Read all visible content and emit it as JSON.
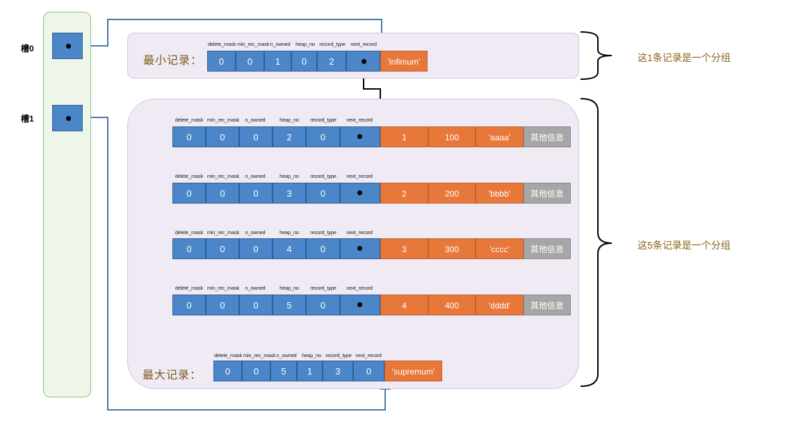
{
  "slots": [
    {
      "label": "槽0"
    },
    {
      "label": "槽1"
    }
  ],
  "header_labels": [
    "delete_mask",
    "min_rec_mask",
    "n_owned",
    "heap_no",
    "record_type",
    "next_record"
  ],
  "min_record": {
    "title": "最小记录：",
    "header_labels": [
      "delete_mask",
      "min_rec_mask",
      "n_owned",
      "heap_no",
      "record_type",
      "next_record"
    ],
    "values": [
      "0",
      "0",
      "1",
      "0",
      "2",
      ""
    ],
    "data": "'infimum'"
  },
  "records": [
    {
      "values": [
        "0",
        "0",
        "0",
        "2",
        "0",
        ""
      ],
      "data": [
        "1",
        "100",
        "'aaaa'"
      ],
      "other": "其他信息"
    },
    {
      "values": [
        "0",
        "0",
        "0",
        "3",
        "0",
        ""
      ],
      "data": [
        "2",
        "200",
        "'bbbb'"
      ],
      "other": "其他信息"
    },
    {
      "values": [
        "0",
        "0",
        "0",
        "4",
        "0",
        ""
      ],
      "data": [
        "3",
        "300",
        "'cccc'"
      ],
      "other": "其他信息"
    },
    {
      "values": [
        "0",
        "0",
        "0",
        "5",
        "0",
        ""
      ],
      "data": [
        "4",
        "400",
        "'dddd'"
      ],
      "other": "其他信息"
    }
  ],
  "max_record": {
    "title": "最大记录：",
    "header_labels": [
      "delete_mask",
      "min_rec_mask",
      "n_owned",
      "heap_no",
      "record_type",
      "next_record"
    ],
    "values": [
      "0",
      "0",
      "5",
      "1",
      "3",
      "0"
    ],
    "data": "'supremum'"
  },
  "groups": [
    {
      "text": "这1条记录是一个分组"
    },
    {
      "text": "这5条记录是一个分组"
    }
  ],
  "colors": {
    "blue": "#4a86c8",
    "orange": "#e8773a",
    "gray": "#a6a6a6",
    "slot_link": "#4a78a8",
    "panel": "#efeaf4"
  }
}
